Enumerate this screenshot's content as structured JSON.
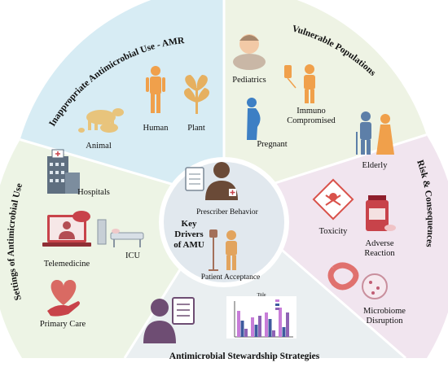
{
  "colors": {
    "amr": "#d7ecf4",
    "vulnerable": "#eef3e4",
    "risk": "#f1e5ef",
    "stewardship": "#eaeff1",
    "settings": "#edf4e5",
    "center": "#e1e8ee",
    "skin": "#f0a868",
    "person": "#6e4d73",
    "accent_red": "#c8434a"
  },
  "center": {
    "title": [
      "Key",
      "Drivers",
      "of AMU"
    ],
    "items": [
      {
        "label": "Prescriber Behavior",
        "icon": "doctor-icon"
      },
      {
        "label": "Patient Acceptance",
        "icon": "patient-iv-icon"
      }
    ]
  },
  "sections": {
    "amr": {
      "title": "Inappropriate Antimicrobial Use - AMR",
      "items": [
        {
          "label": "Animal",
          "icon": "cow-icon"
        },
        {
          "label": "Human",
          "icon": "human-icon"
        },
        {
          "label": "Plant",
          "icon": "plant-icon"
        }
      ]
    },
    "vulnerable": {
      "title": "Vulnerable Populations",
      "items": [
        {
          "label": "Pediatrics",
          "icon": "child-icon"
        },
        {
          "label": "Immuno",
          "icon": "immuno-icon"
        },
        {
          "label": "Compromised",
          "icon": ""
        },
        {
          "label": "Pregnant",
          "icon": "pregnant-icon"
        },
        {
          "label": "Elderly",
          "icon": "elderly-icon"
        }
      ]
    },
    "risk": {
      "title": "Risk & Consequences",
      "items": [
        {
          "label": "Toxicity",
          "icon": "toxicity-icon"
        },
        {
          "label": "Adverse",
          "icon": "pill-bottle-icon"
        },
        {
          "label": "Reaction",
          "icon": ""
        },
        {
          "label": "Microbiome",
          "icon": "intestine-icon"
        },
        {
          "label": "Disruption",
          "icon": ""
        }
      ]
    },
    "stewardship": {
      "title": "Antimicrobial Stewardship Strategies",
      "mini_chart_title": "Title",
      "items": [
        {
          "label": "",
          "icon": "checklist-person-icon"
        }
      ]
    },
    "settings": {
      "title": "Settings of Antimicrobial Use",
      "items": [
        {
          "label": "Hospitals",
          "icon": "hospital-icon"
        },
        {
          "label": "Telemedicine",
          "icon": "telemedicine-icon"
        },
        {
          "label": "ICU",
          "icon": "icu-bed-icon"
        },
        {
          "label": "Primary Care",
          "icon": "heart-hand-icon"
        }
      ]
    }
  },
  "chart_data": {
    "type": "bar",
    "title": "Title",
    "categories": [
      "1",
      "2",
      "3",
      "4"
    ],
    "series": [
      {
        "values": [
          3.2,
          2.4,
          3.0,
          3.6
        ],
        "color": "#c77dd8"
      },
      {
        "values": [
          2.0,
          1.5,
          2.2,
          1.2
        ],
        "color": "#3e5a9e"
      },
      {
        "values": [
          1.0,
          2.6,
          0.8,
          3.0
        ],
        "color": "#8e63b5"
      }
    ],
    "ylim": [
      0,
      4
    ],
    "legend": "top-right"
  }
}
